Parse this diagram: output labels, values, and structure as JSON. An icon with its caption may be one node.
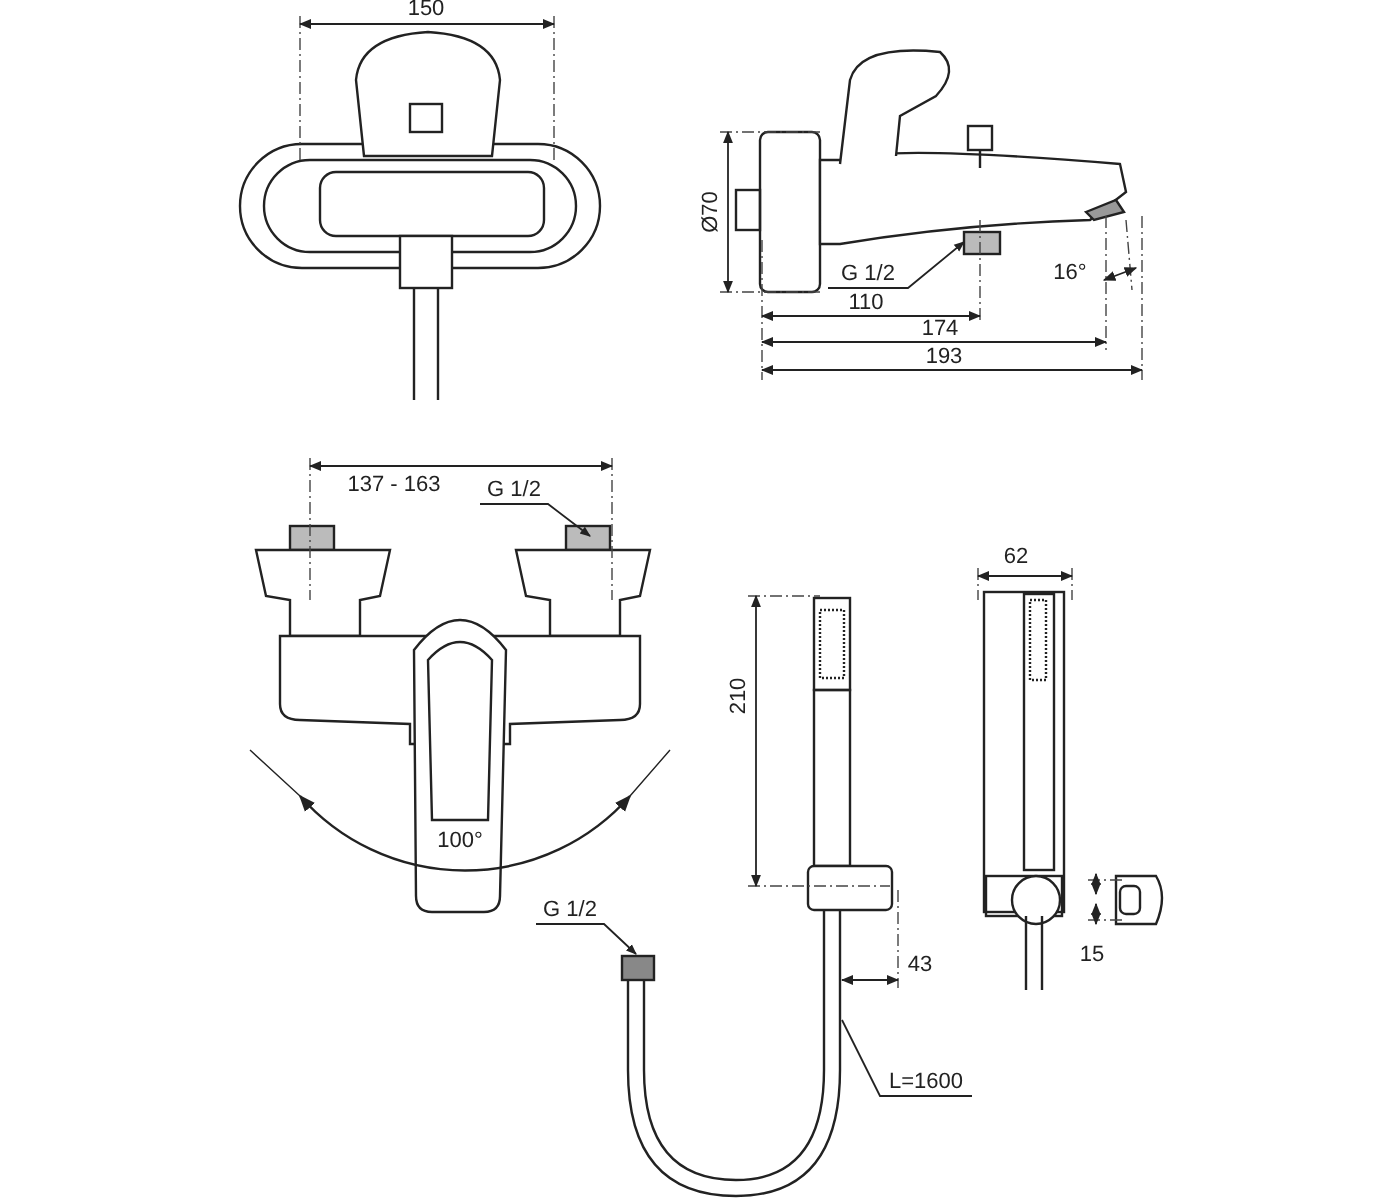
{
  "diagram": {
    "nodes": [
      {
        "text": [
          "G 1/2"
        ]
      },
      {
        "text": [
          "G 1/2"
        ]
      },
      {
        "text": [
          "G 1/2"
        ]
      },
      {
        "text": [
          "L=1600"
        ]
      }
    ],
    "edges": [
      {
        "from": 0,
        "to": null,
        "arrow": "to"
      },
      {
        "from": 1,
        "to": null,
        "arrow": "to"
      },
      {
        "from": 2,
        "to": null,
        "arrow": "to"
      },
      {
        "from": 3,
        "to": null,
        "arrow": "none"
      }
    ],
    "labels": [
      "150",
      "Ø70",
      "110",
      "174",
      "193",
      "16°",
      "137 - 163",
      "100°",
      "210",
      "62",
      "43",
      "15"
    ]
  }
}
